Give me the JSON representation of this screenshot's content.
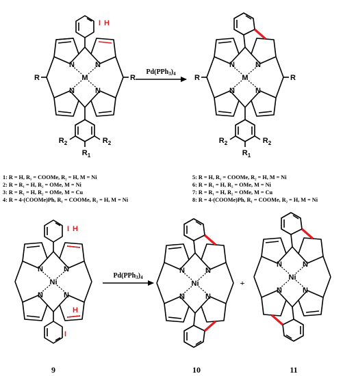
{
  "colors": {
    "bond": "#000000",
    "new_bond": "#e31b23",
    "reactive_atom": "#e31b23"
  },
  "atoms": {
    "n": "N",
    "metal_generic": "M",
    "metal_ni": "Ni",
    "iodine": "I",
    "hydrogen": "H",
    "substituent_r": "R",
    "substituent_r1": "R",
    "substituent_r1_sub": "1",
    "substituent_r2": "R",
    "substituent_r2_sub": "2"
  },
  "reactions": [
    {
      "reagent_main": "Pd(PPh",
      "reagent_sub": "3",
      "reagent_end": ")",
      "reagent_sub2": "4"
    },
    {
      "reagent_main": "Pd(PPh",
      "reagent_sub": "3",
      "reagent_end": ")",
      "reagent_sub2": "4"
    }
  ],
  "legend_left": [
    "1: R = H, R₁ = COOMe, R₂ = H, M = Ni",
    "2: R = R₁ = H, R₂ = OMe, M = Ni",
    "3: R = R₁ = H, R₂ = OMe, M = Cu",
    "4: R = 4-(COOMe)Ph, R₁ = COOMe, R₂ = H, M = Ni"
  ],
  "legend_right": [
    "5: R = H, R₁ = COOMe, R₂ = H, M = Ni",
    "6: R = R₁ = H, R₂ = OMe, M = Ni",
    "7: R = R₁ = H, R₂ = OMe, M = Cu",
    "8: R = 4-(COOMe)Ph, R₁ = COOMe, R₂ = H, M = Ni"
  ],
  "plus_sign": "+",
  "compound_labels": [
    "9",
    "10",
    "11"
  ]
}
